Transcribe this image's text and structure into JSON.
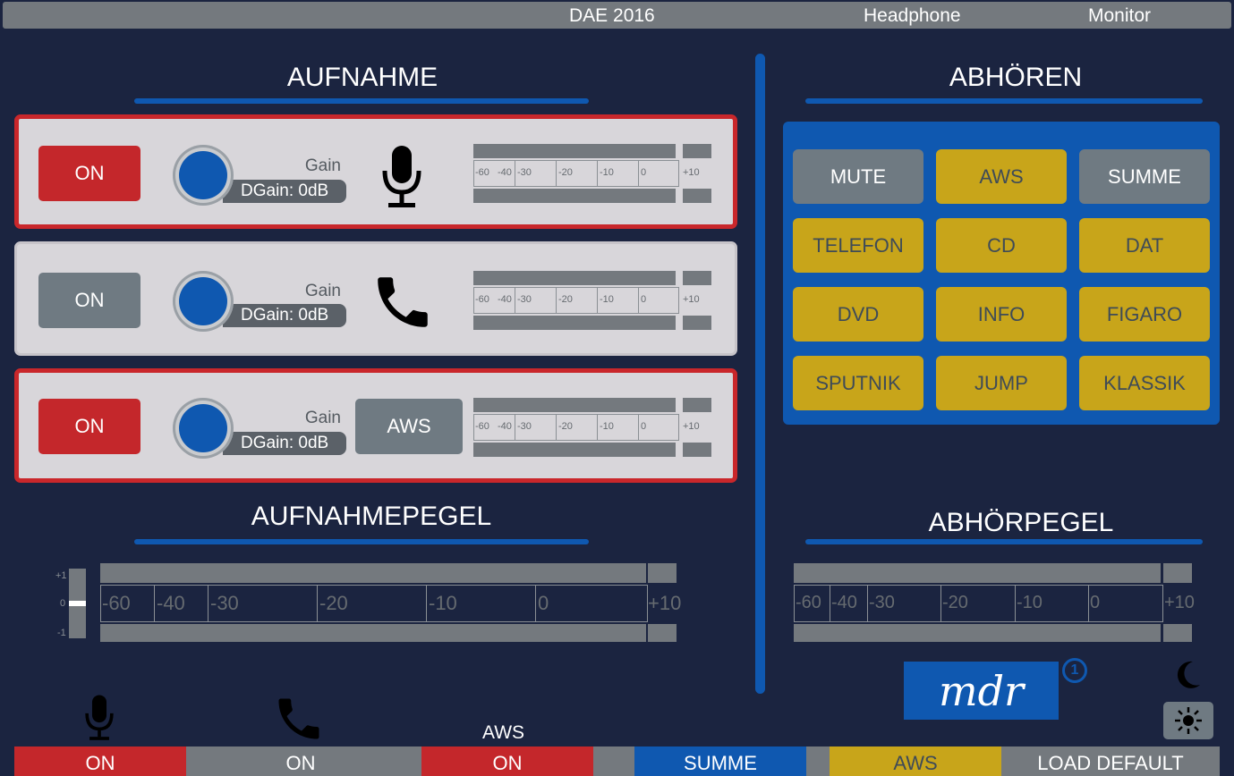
{
  "topbar": {
    "title": "DAE 2016",
    "headphone": "Headphone",
    "monitor": "Monitor"
  },
  "colors": {
    "accent_blue": "#0f58b0",
    "red": "#c4272b",
    "yellow": "#c8a51a",
    "grey": "#6f7a82",
    "background": "#1b2440"
  },
  "aufnahme": {
    "title": "AUFNAHME",
    "channels": [
      {
        "on_label": "ON",
        "on_state": "active",
        "gain_label": "Gain",
        "dgain_label": "DGain: 0dB",
        "source_icon": "microphone-icon"
      },
      {
        "on_label": "ON",
        "on_state": "inactive",
        "gain_label": "Gain",
        "dgain_label": "DGain: 0dB",
        "source_icon": "phone-icon"
      },
      {
        "on_label": "ON",
        "on_state": "active",
        "gain_label": "Gain",
        "dgain_label": "DGain: 0dB",
        "source_label": "AWS"
      }
    ],
    "meter_ticks": [
      "-60",
      "-40",
      "-30",
      "-20",
      "-10",
      "0",
      "+10"
    ]
  },
  "aufnahmepegel": {
    "title": "AUFNAHMEPEGEL",
    "slider_labels": [
      "+1",
      "0",
      "-1"
    ],
    "slider_value": 0,
    "meter_ticks": [
      "-60",
      "-40",
      "-30",
      "-20",
      "-10",
      "0",
      "+10"
    ]
  },
  "abhoeren": {
    "title": "ABHÖREN",
    "buttons": [
      {
        "label": "MUTE",
        "style": "grey"
      },
      {
        "label": "AWS",
        "style": "yellow"
      },
      {
        "label": "SUMME",
        "style": "grey"
      },
      {
        "label": "TELEFON",
        "style": "yellow"
      },
      {
        "label": "CD",
        "style": "yellow"
      },
      {
        "label": "DAT",
        "style": "yellow"
      },
      {
        "label": "DVD",
        "style": "yellow"
      },
      {
        "label": "INFO",
        "style": "yellow"
      },
      {
        "label": "FIGARO",
        "style": "yellow"
      },
      {
        "label": "SPUTNIK",
        "style": "yellow"
      },
      {
        "label": "JUMP",
        "style": "yellow"
      },
      {
        "label": "KLASSIK",
        "style": "yellow"
      }
    ]
  },
  "abhoerpegel": {
    "title": "ABHÖRPEGEL",
    "meter_ticks": [
      "-60",
      "-40",
      "-30",
      "-20",
      "-10",
      "0",
      "+10"
    ]
  },
  "logo": {
    "text": "mdr",
    "ard_mark": "1"
  },
  "bottombar": {
    "aws_label": "AWS",
    "mic_on": "ON",
    "phone_on": "ON",
    "aws_on": "ON",
    "summe": "SUMME",
    "aws": "AWS",
    "load_default": "LOAD DEFAULT"
  },
  "icons": {
    "moon": "moon-icon",
    "sun": "sun-icon",
    "mic": "microphone-icon",
    "phone": "phone-icon"
  }
}
